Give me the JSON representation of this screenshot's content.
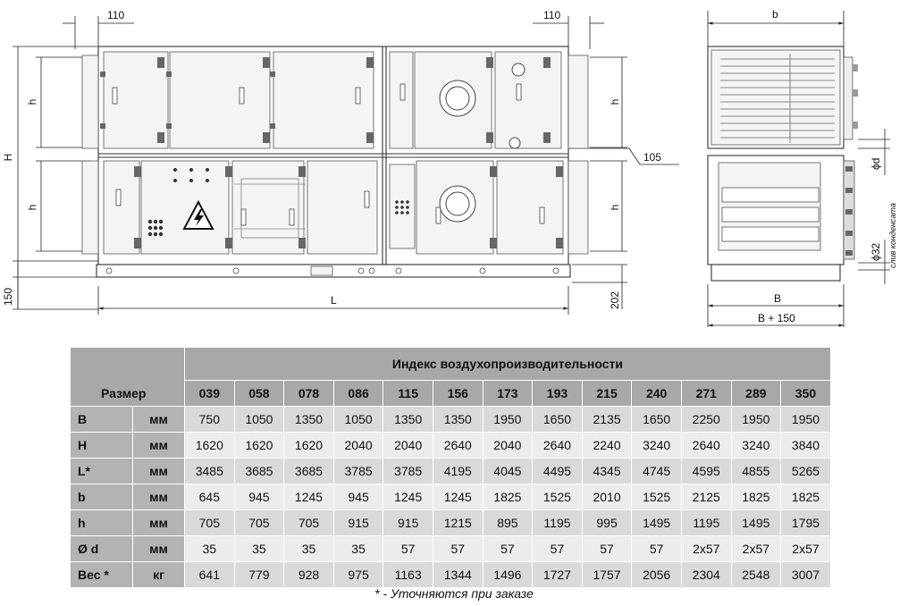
{
  "drawing": {
    "dims": {
      "top_left_110": "110",
      "top_right_110": "110",
      "h_upper_left": "h",
      "h_lower_left": "h",
      "H": "H",
      "dim_150": "150",
      "L": "L",
      "h_upper_right": "h",
      "h_lower_right": "h",
      "dim_202": "202",
      "dim_105": "105",
      "b": "b",
      "B": "B",
      "B_plus_150": "B + 150",
      "phi_d": "ϕd",
      "phi_32": "ϕ32",
      "condensate": "слив конденсата"
    }
  },
  "table": {
    "corner": "Размер",
    "index_header": "Индекс воздухопроизводительности",
    "indices": [
      "039",
      "058",
      "078",
      "086",
      "115",
      "156",
      "173",
      "193",
      "215",
      "240",
      "271",
      "289",
      "350"
    ],
    "rows": [
      {
        "name": "B",
        "unit": "мм",
        "values": [
          "750",
          "1050",
          "1350",
          "1050",
          "1350",
          "1350",
          "1950",
          "1650",
          "2135",
          "1650",
          "2250",
          "1950",
          "1950"
        ]
      },
      {
        "name": "H",
        "unit": "мм",
        "values": [
          "1620",
          "1620",
          "1620",
          "2040",
          "2040",
          "2640",
          "2040",
          "2640",
          "2240",
          "3240",
          "2640",
          "3240",
          "3840"
        ]
      },
      {
        "name": "L*",
        "unit": "мм",
        "values": [
          "3485",
          "3685",
          "3685",
          "3785",
          "3785",
          "4195",
          "4045",
          "4495",
          "4345",
          "4745",
          "4595",
          "4855",
          "5265"
        ]
      },
      {
        "name": "b",
        "unit": "мм",
        "values": [
          "645",
          "945",
          "1245",
          "945",
          "1245",
          "1245",
          "1825",
          "1525",
          "2010",
          "1525",
          "2125",
          "1825",
          "1825"
        ]
      },
      {
        "name": "h",
        "unit": "мм",
        "values": [
          "705",
          "705",
          "705",
          "915",
          "915",
          "1215",
          "895",
          "1195",
          "995",
          "1495",
          "1195",
          "1495",
          "1795"
        ]
      },
      {
        "name": "Ø d",
        "unit": "мм",
        "values": [
          "35",
          "35",
          "35",
          "35",
          "57",
          "57",
          "57",
          "57",
          "57",
          "57",
          "2x57",
          "2x57",
          "2x57"
        ]
      },
      {
        "name": "Вес *",
        "unit": "кг",
        "values": [
          "641",
          "779",
          "928",
          "975",
          "1163",
          "1344",
          "1496",
          "1727",
          "1757",
          "2056",
          "2304",
          "2548",
          "3007"
        ]
      }
    ]
  },
  "footnote": "* - Уточняются при заказе"
}
